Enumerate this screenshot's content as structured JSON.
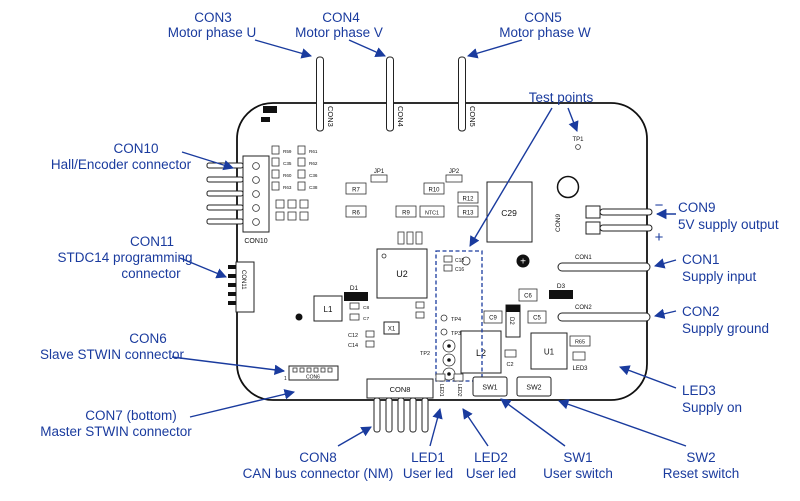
{
  "colors": {
    "callout_blue": "#1a3b9e",
    "silkscreen": "#111111",
    "board_fill": "#ffffff"
  },
  "callouts": {
    "con3": {
      "title": "CON3",
      "desc": "Motor phase U"
    },
    "con4": {
      "title": "CON4",
      "desc": "Motor phase V"
    },
    "con5": {
      "title": "CON5",
      "desc": "Motor phase W"
    },
    "test_points": {
      "title": "Test points"
    },
    "con10": {
      "title": "CON10",
      "desc": "Hall/Encoder connector"
    },
    "con11": {
      "title": "CON11",
      "desc1": "STDC14 programming",
      "desc2": "connector"
    },
    "con6": {
      "title": "CON6",
      "desc": "Slave STWIN connector"
    },
    "con7": {
      "title": "CON7 (bottom)",
      "desc": "Master STWIN connector"
    },
    "con9": {
      "title": "CON9",
      "desc": "5V supply output",
      "minus": "−",
      "plus": "+"
    },
    "con1": {
      "title": "CON1",
      "desc": "Supply input"
    },
    "con2": {
      "title": "CON2",
      "desc": "Supply ground"
    },
    "led3": {
      "title": "LED3",
      "desc": "Supply on"
    },
    "con8": {
      "title": "CON8",
      "desc": "CAN bus connector (NM)"
    },
    "led1": {
      "title": "LED1",
      "desc": "User led"
    },
    "led2": {
      "title": "LED2",
      "desc": "User led"
    },
    "sw1": {
      "title": "SW1",
      "desc": "User switch"
    },
    "sw2": {
      "title": "SW2",
      "desc": "Reset switch"
    }
  },
  "board": {
    "con3": "CON3",
    "con4": "CON4",
    "con5": "CON5",
    "tp1": "TP1",
    "con10": "CON10",
    "con11": "CON11",
    "r59": "R59",
    "r61": "R61",
    "c35": "C35",
    "r62": "R62",
    "r60": "R60",
    "c36": "C36",
    "r63": "R63",
    "c38": "C38",
    "jp1": "JP1",
    "jp2": "JP2",
    "r7": "R7",
    "r10": "R10",
    "r6": "R6",
    "r9": "R9",
    "ntc1": "NTC1",
    "r12": "R12",
    "r13": "R13",
    "c29": "C29",
    "con9": "CON9",
    "u2": "U2",
    "d1": "D1",
    "l1": "L1",
    "c8": "C8",
    "c7": "C7",
    "c12": "C12",
    "c14": "C14",
    "x1": "X1",
    "con6": "CON6",
    "pin1": "1",
    "c13": "C13",
    "c16": "C16",
    "tp2": "TP2",
    "tp3": "TP3",
    "tp4": "TP4",
    "c6": "C6",
    "d3": "D3",
    "c9": "C9",
    "d2": "D2",
    "c5": "C5",
    "l2": "L2",
    "c2": "C2",
    "u1": "U1",
    "r65": "R65",
    "led3": "LED3",
    "con1": "CON1",
    "con2": "CON2",
    "sw1": "SW1",
    "sw2": "SW2",
    "con8": "CON8",
    "led1": "LED1",
    "led2": "LED2"
  }
}
